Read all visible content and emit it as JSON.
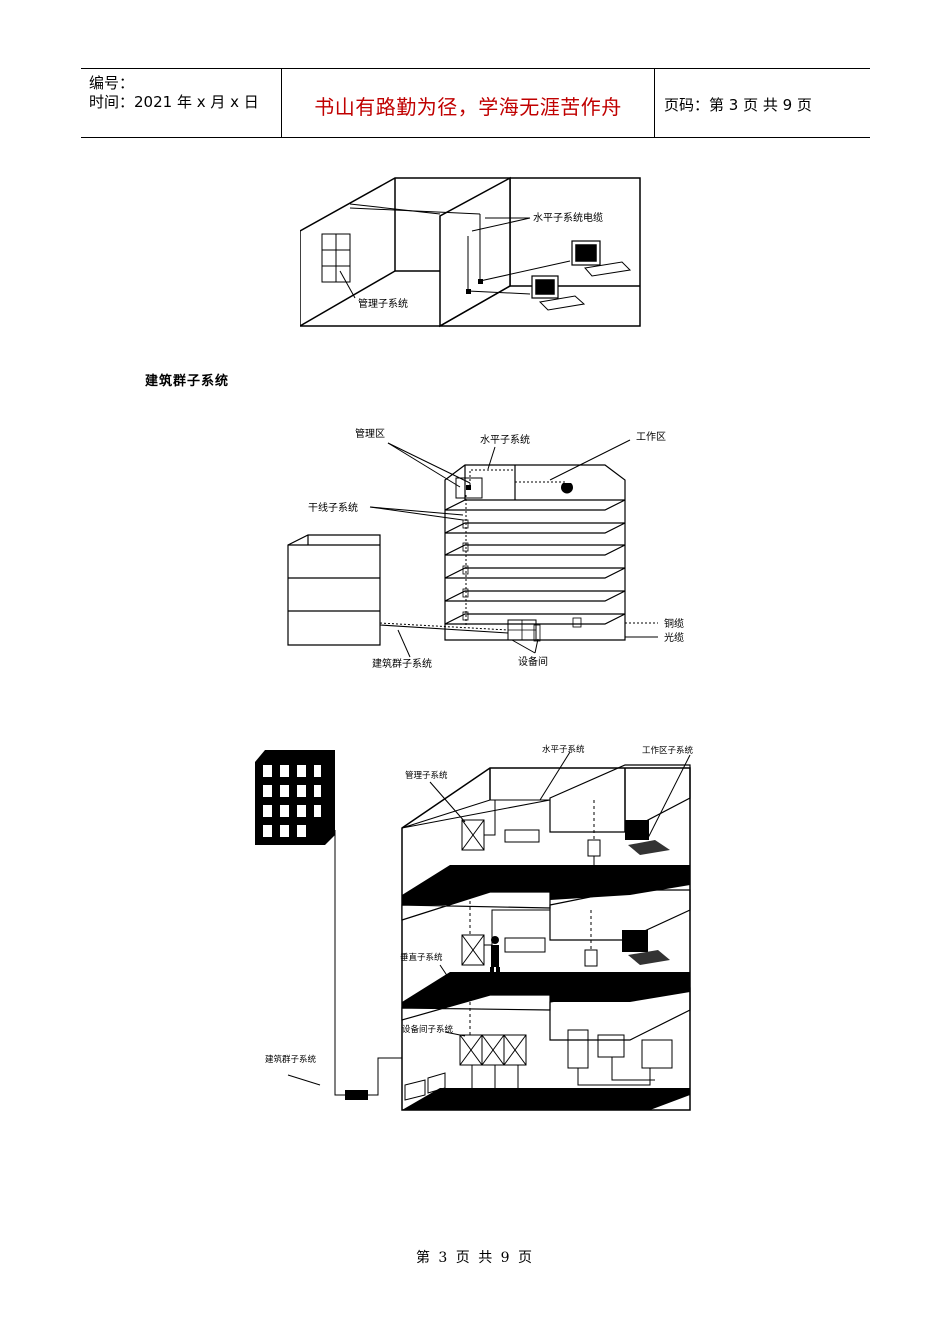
{
  "header": {
    "serial_label": "编号：",
    "time_label": "时间：2021 年 x 月 x 日",
    "motto": "书山有路勤为径，学海无涯苦作舟",
    "page_info": "页码：第 3 页  共 9 页"
  },
  "figure1": {
    "label_horizontal_cable": "水平子系统电缆",
    "label_admin": "管理子系统"
  },
  "section_title": "建筑群子系统",
  "figure2": {
    "label_admin_area": "管理区",
    "label_horizontal": "水平子系统",
    "label_work_area": "工作区",
    "label_backbone": "干线子系统",
    "label_campus": "建筑群子系统",
    "label_equipment_room": "设备间",
    "legend_copper": "铜缆",
    "legend_fiber": "光缆"
  },
  "figure3": {
    "label_horizontal": "水平子系统",
    "label_work_area": "工作区子系统",
    "label_admin": "管理子系统",
    "label_vertical": "垂直子系统",
    "label_equipment": "设备间子系统",
    "label_campus": "建筑群子系统"
  },
  "footer": {
    "page_text": "第 3 页 共 9 页"
  }
}
